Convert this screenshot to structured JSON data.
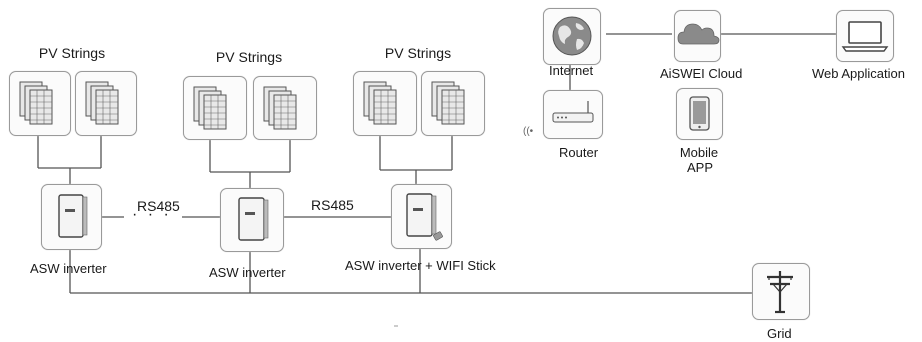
{
  "pv_label": "PV Strings",
  "inverters": {
    "one": "ASW inverter",
    "two": "ASW inverter",
    "three": "ASW inverter + WIFI Stick"
  },
  "links": {
    "rs485_a": "RS485",
    "rs485_b": "RS485",
    "ellipsis": "· · ·"
  },
  "network": {
    "internet": "Internet",
    "router": "Router",
    "cloud": "AiSWEI Cloud",
    "web_app": "Web Application",
    "mobile_line1": "Mobile",
    "mobile_line2": "APP"
  },
  "grid": "Grid"
}
